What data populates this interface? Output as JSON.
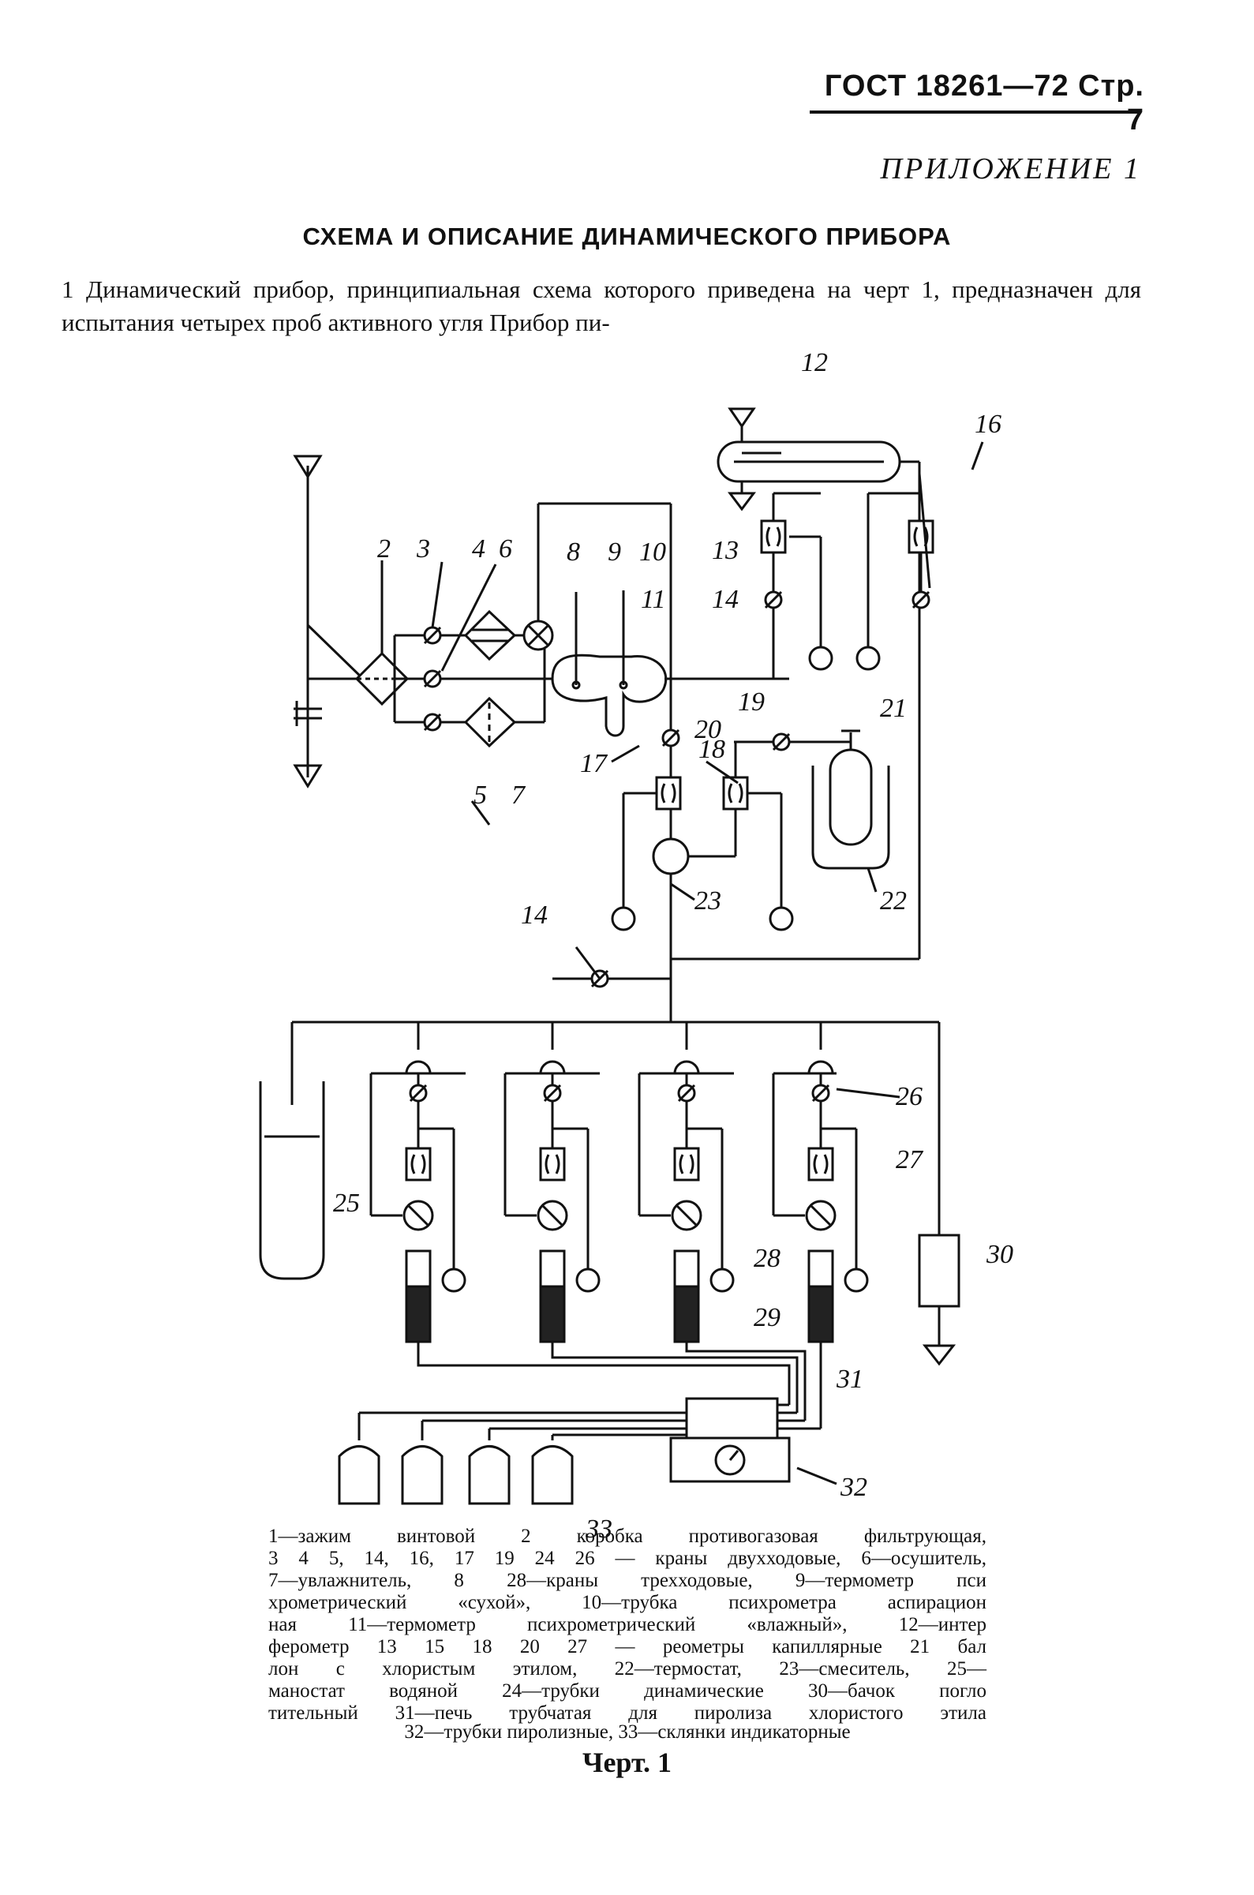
{
  "header": {
    "standard": "ГОСТ 18261—72 Стр. 7",
    "appendix": "ПРИЛОЖЕНИЕ 1"
  },
  "title": "СХЕМА И ОПИСАНИЕ ДИНАМИЧЕСКОГО ПРИБОРА",
  "intro": "1 Динамический прибор, принципиальная схема которого приведена на черт 1, предназначен для испытания четырех проб активного угля Прибор пи-",
  "diagram": {
    "labels": {
      "l2": "2",
      "l3": "3",
      "l4": "4",
      "l6": "6",
      "l8": "8",
      "l9": "9",
      "l10": "10",
      "l11": "11",
      "l12": "12",
      "l13": "13",
      "l14a": "14",
      "l14b": "14",
      "l16": "16",
      "l5": "5",
      "l7": "7",
      "l17": "17",
      "l18": "18",
      "l19": "19",
      "l20": "20",
      "l21": "21",
      "l22": "22",
      "l23": "23",
      "l25": "25",
      "l26": "26",
      "l27": "27",
      "l28": "28",
      "l29": "29",
      "l30": "30",
      "l31": "31",
      "l32": "32",
      "l33": "33"
    }
  },
  "caption": {
    "lines": [
      "1—зажим винтовой 2 коробка противогазовая фильтрующая,",
      "3 4 5, 14, 16, 17 19 24 26 — краны двухходовые, 6—осушитель,",
      "7—увлажнитель, 8 28—краны трехходовые, 9—термометр пси",
      "хрометрический «сухой», 10—трубка психрометра аспирацион",
      "ная 11—термометр психрометрический «влажный», 12—интер",
      "ферометр 13 15 18 20 27 — реометры капиллярные 21 бал",
      "лон с хлористым этилом, 22—термостат, 23—смеситель, 25—",
      "маностат водяной 24—трубки динамические 30—бачок погло",
      "тительный 31—печь трубчатая для пиролиза хлористого этила"
    ],
    "last_line": "32—трубки пиролизные, 33—склянки индикаторные"
  },
  "figure_label": "Черт. 1"
}
